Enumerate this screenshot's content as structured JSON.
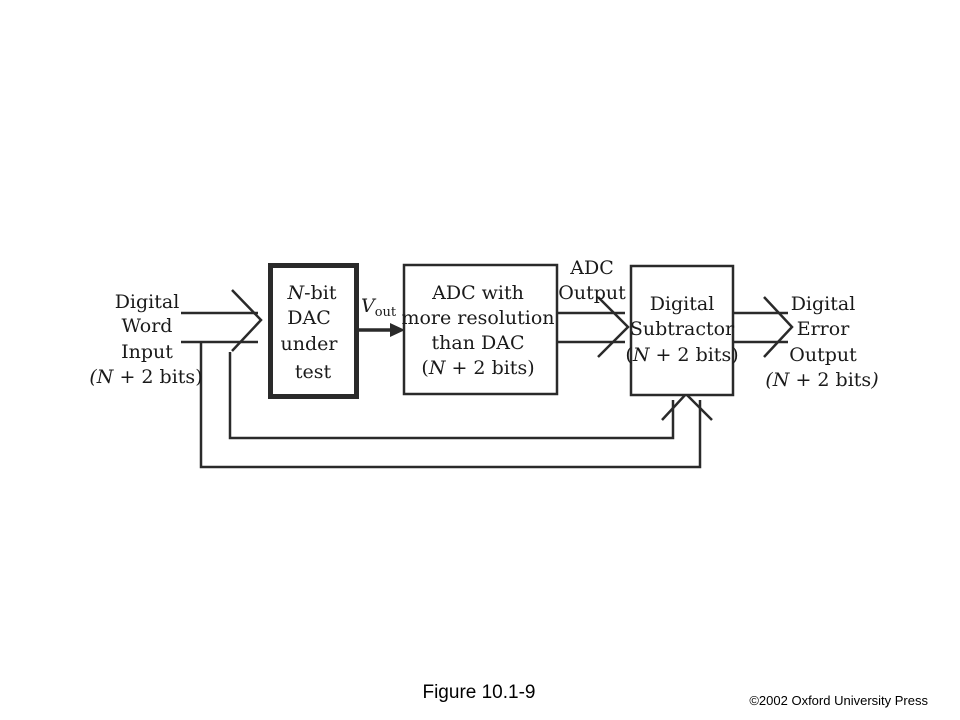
{
  "diagram": {
    "input_label": [
      "Digital",
      "Word",
      "Input"
    ],
    "input_bits": {
      "n": "N",
      "rest": " + 2 bits",
      "open": "(",
      "close": ")"
    },
    "dac_block": {
      "n": "N",
      "line1_rest": "-bit",
      "line2": "DAC",
      "line3": "under",
      "line4": "test"
    },
    "vout_label": {
      "main": "V",
      "sub": "out"
    },
    "adc_block": {
      "line1": "ADC with",
      "line2": "more resolution",
      "line3": "than DAC",
      "bits_open": "(",
      "bits_n": "N",
      "bits_rest": " + 2 bits)"
    },
    "adc_output_label": [
      "ADC",
      "Output"
    ],
    "subtractor_block": {
      "line1": "Digital",
      "line2": "Subtractor",
      "bits_open": "(",
      "bits_n": "N",
      "bits_rest": " + 2 bits)"
    },
    "error_output_label": [
      "Digital",
      "Error",
      "Output"
    ],
    "error_bits": {
      "open": "(",
      "n": "N",
      "rest": " + 2 bits",
      "close": ")"
    }
  },
  "footer": {
    "figure_caption": "Figure 10.1-9",
    "copyright": "©2002 Oxford University Press"
  }
}
